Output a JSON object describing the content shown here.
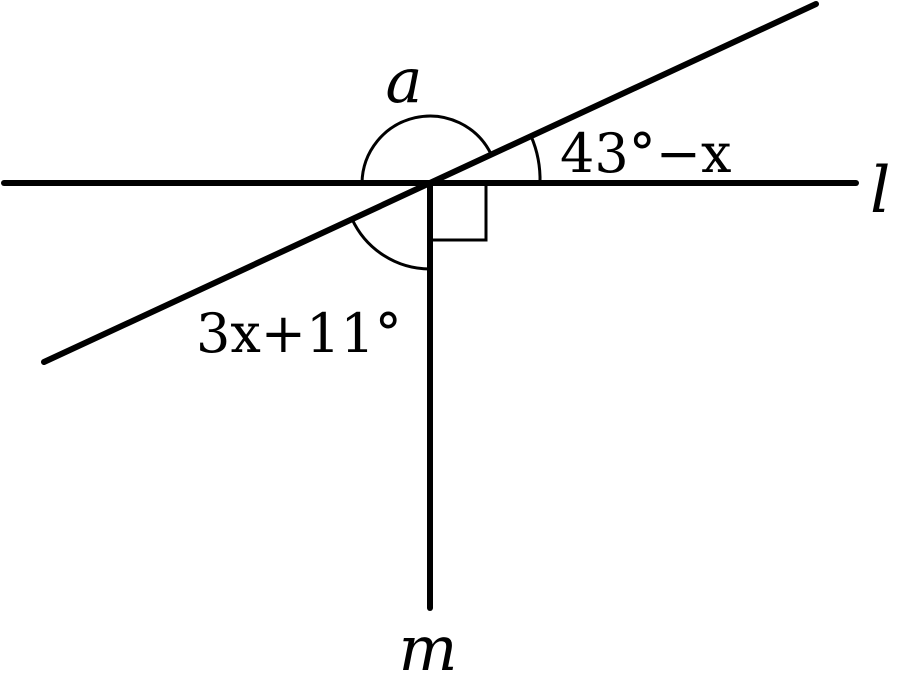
{
  "labels": {
    "line_l": "l",
    "line_m": "m",
    "angle_a": "a",
    "angle_right_top": "43°−x",
    "angle_left_bottom": "3x+11°"
  },
  "colors": {
    "ink": "#000000",
    "background": "#ffffff"
  }
}
